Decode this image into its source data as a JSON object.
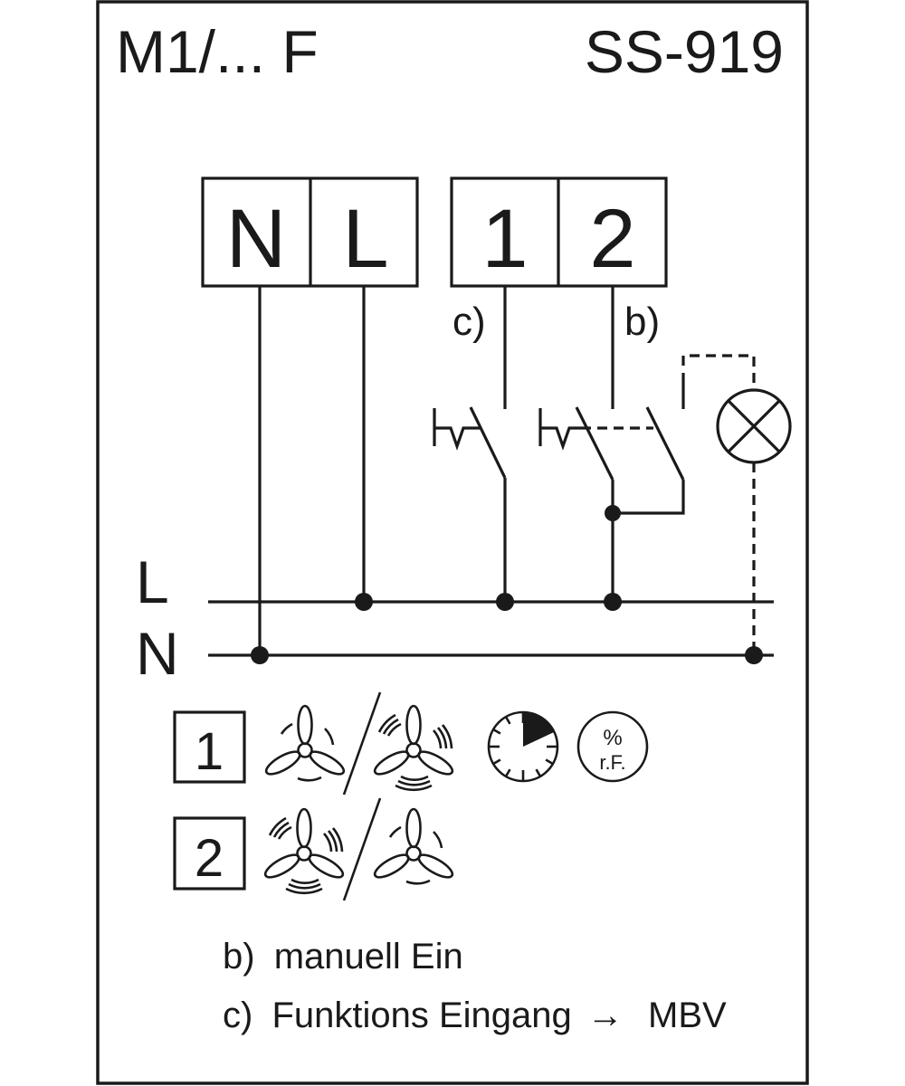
{
  "header": {
    "model_left": "M1/... F",
    "model_right": "SS-919"
  },
  "terminals": {
    "power": [
      {
        "label": "N"
      },
      {
        "label": "L"
      }
    ],
    "outputs": [
      {
        "label": "1"
      },
      {
        "label": "2"
      }
    ]
  },
  "wire_labels": {
    "c": "c)",
    "b": "b)"
  },
  "bus_labels": {
    "line": "L",
    "neutral": "N"
  },
  "legend_rows": [
    {
      "terminal": "1",
      "icons": [
        "fan-slow-icon",
        "fan-fast-icon",
        "timer-icon",
        "humidity-icon"
      ]
    },
    {
      "terminal": "2",
      "icons": [
        "fan-fast-icon",
        "fan-slow-icon"
      ]
    }
  ],
  "humidity_icon": {
    "symbol": "%",
    "text": "r.F."
  },
  "timer_icon": {
    "filled_fraction": 0.18
  },
  "notes": [
    {
      "key": "b)",
      "text": "manuell Ein"
    },
    {
      "key": "c)",
      "text": "Funktions Eingang",
      "arrow": "→",
      "target": "MBV"
    }
  ],
  "colors": {
    "ink": "#1a1a1a",
    "background": "#ffffff"
  }
}
